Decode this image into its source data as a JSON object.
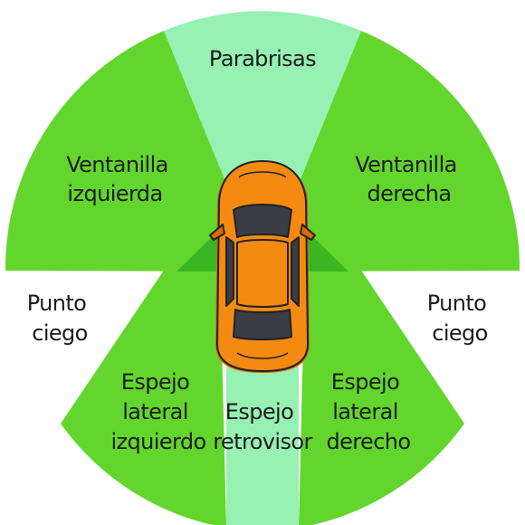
{
  "colors": {
    "zone_green": "#63d62e",
    "zone_light": "#96f1b3",
    "overlap_green": "#3bb522",
    "car_body": "#f58a12",
    "car_body_dark": "#d96b00",
    "car_glass": "#3a3d43",
    "outline": "#222222"
  },
  "icons": [
    "car-top-view-icon"
  ],
  "labels": {
    "windshield": [
      "Parabrisas"
    ],
    "left_window": [
      "Ventanilla",
      "izquierda"
    ],
    "right_window": [
      "Ventanilla",
      "derecha"
    ],
    "left_blind_spot": [
      "Punto",
      "ciego"
    ],
    "right_blind_spot": [
      "Punto",
      "ciego"
    ],
    "left_mirror": [
      "Espejo",
      "lateral",
      "izquierdo"
    ],
    "rear_mirror": [
      "Espejo",
      "retrovisor"
    ],
    "right_mirror": [
      "Espejo",
      "lateral",
      "derecho"
    ]
  }
}
